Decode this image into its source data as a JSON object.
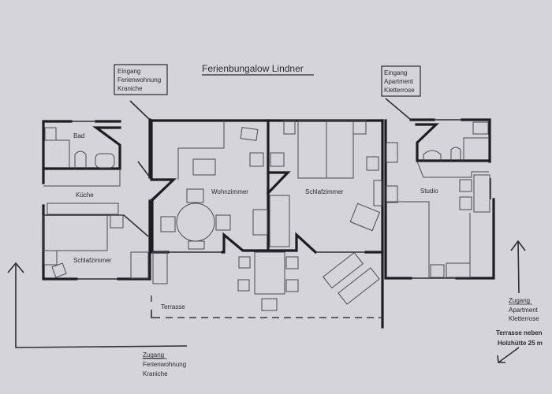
{
  "title": "Ferienbungalow Lindner",
  "entrances": {
    "kraniche": {
      "line1": "Eingang",
      "line2": "Ferienwohnung",
      "line3": "Kraniche"
    },
    "kletterrose": {
      "line1": "Eingang",
      "line2": "Apartment",
      "line3": "Kletterrose"
    }
  },
  "rooms": {
    "bad": "Bad",
    "kueche": "Küche",
    "schlafzimmer_left": "Schlafzimmer",
    "wohnzimmer": "Wohnzimmer",
    "schlafzimmer_mid": "Schlafzimmer",
    "studio": "Studio",
    "terrasse": "Terrasse"
  },
  "access": {
    "kraniche": {
      "line1": "Zugang",
      "line2": "Ferienwohnung",
      "line3": "Kraniche"
    },
    "kletterrose": {
      "line1": "Zugang",
      "line2": "Apartment",
      "line3": "Kletterrose"
    }
  },
  "note": {
    "line1": "Terrasse neben",
    "line2": "Holzhütte 25 m"
  }
}
